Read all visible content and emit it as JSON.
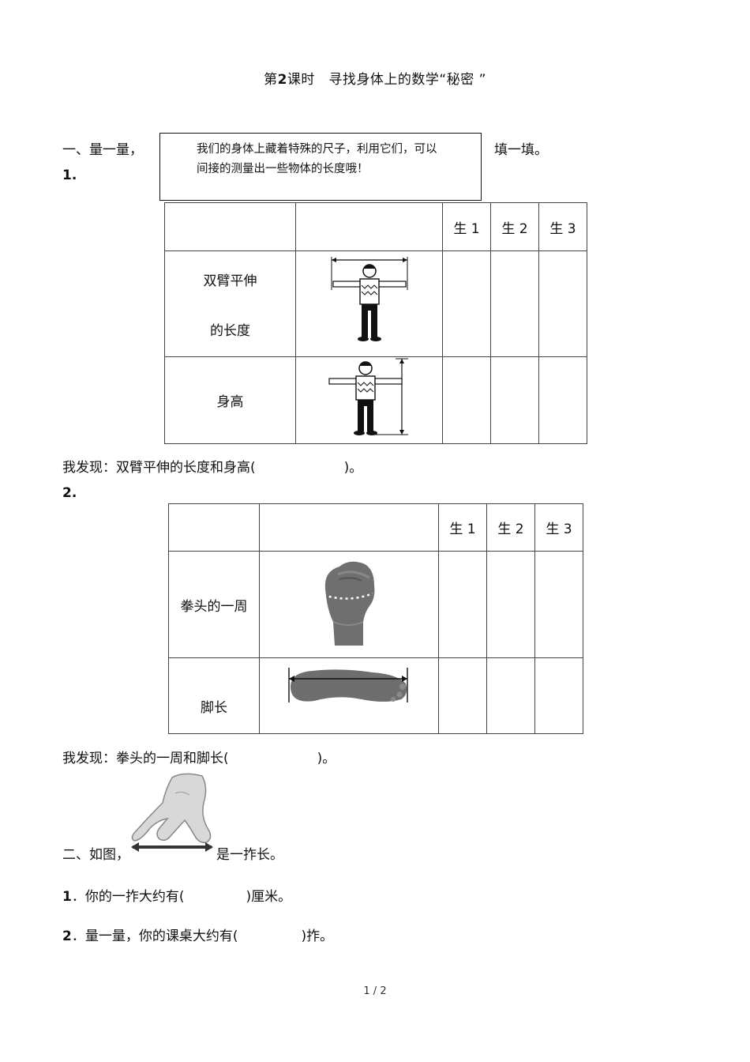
{
  "title": {
    "prefix": "第",
    "num": "2",
    "rest": "课时　寻找身体上的数学“秘密 ”"
  },
  "section1": {
    "heading_left": "一、量一量，",
    "heading_right": "填一填。",
    "callout_line1": "我们的身体上藏着特殊的尺子，利用它们，可以",
    "callout_line2": "间接的测量出一些物体的长度哦！"
  },
  "q1": {
    "num": "1.",
    "headers": [
      "生 1",
      "生 2",
      "生 3"
    ],
    "row1_label_a": "双臂平伸",
    "row1_label_b": "的长度",
    "row2_label": "身高",
    "finding_prefix": "我发现：双臂平伸的长度和身高(",
    "finding_suffix": ")。"
  },
  "q2": {
    "num": "2.",
    "headers": [
      "生 1",
      "生 2",
      "生 3"
    ],
    "row1_label": "拳头的一周",
    "row2_label": "脚长",
    "finding_prefix": "我发现：拳头的一周和脚长(",
    "finding_suffix": ")。"
  },
  "section2": {
    "prefix": "二、如图，",
    "suffix": "是一拃长。",
    "item1_num": "1",
    "item1_text": "．你的一拃大约有(",
    "item1_end": ")厘米。",
    "item2_num": "2",
    "item2_text": "．量一量，你的课桌大约有(",
    "item2_end": ")拃。"
  },
  "page_number": "1 / 2"
}
